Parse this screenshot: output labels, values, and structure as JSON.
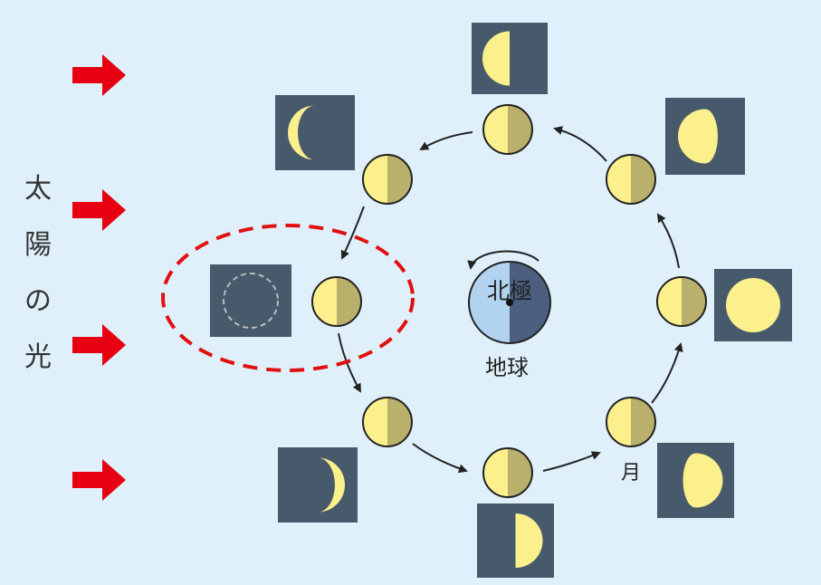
{
  "sunlight_label": [
    "太",
    "陽",
    "の",
    "光"
  ],
  "earth": {
    "pole_label": "北極",
    "name_label": "地球"
  },
  "moon_label": "月",
  "colors": {
    "background": "#dff0fa",
    "arrow_red": "#e60012",
    "box": "#465a6c",
    "moon_lit": "#fbf08c",
    "moon_dark": "#b9b06b",
    "earth_day": "#b2d3ef",
    "earth_night": "#4c5f80",
    "highlight": "#e01010"
  },
  "moons": [
    {
      "position": "right",
      "phase": "full"
    },
    {
      "position": "top-right",
      "phase": "waning-gibbous"
    },
    {
      "position": "top",
      "phase": "last-quarter"
    },
    {
      "position": "top-left",
      "phase": "waning-crescent"
    },
    {
      "position": "left",
      "phase": "new"
    },
    {
      "position": "bottom-left",
      "phase": "waxing-crescent"
    },
    {
      "position": "bottom",
      "phase": "first-quarter"
    },
    {
      "position": "bottom-right",
      "phase": "waxing-gibbous"
    }
  ]
}
